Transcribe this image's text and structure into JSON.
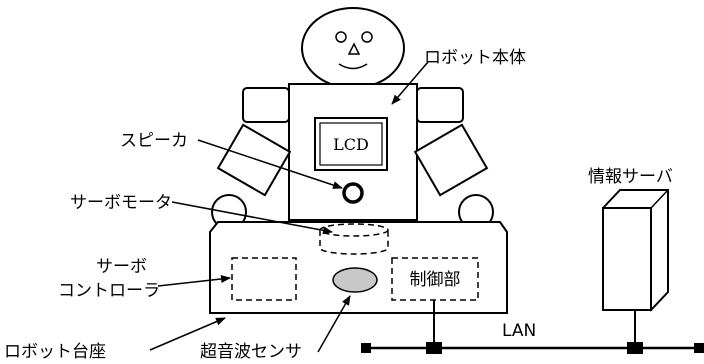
{
  "labels": {
    "robot_body": "ロボット本体",
    "speaker": "スピーカ",
    "servo_motor": "サーボモータ",
    "servo_controller_line1": "サーボ",
    "servo_controller_line2": "コントローラ",
    "robot_base": "ロボット台座",
    "ultrasonic_sensor": "超音波センサ",
    "control_unit": "制御部",
    "lcd": "LCD",
    "lan": "LAN",
    "info_server": "情報サーバ"
  },
  "colors": {
    "sensor_fill": "#c8c8c8",
    "line": "#000000"
  }
}
